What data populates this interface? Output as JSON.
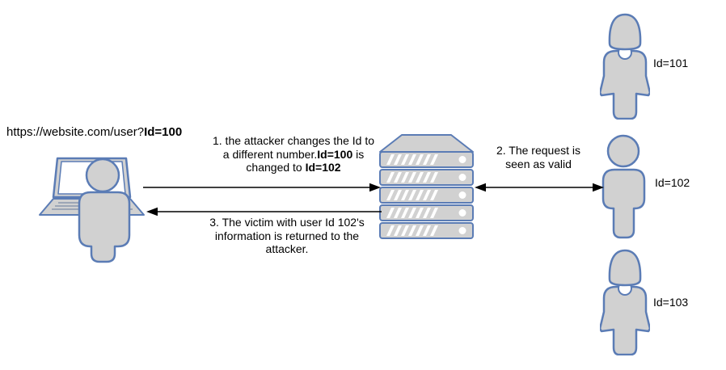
{
  "colors": {
    "outline_blue": "#5b7cb5",
    "shape_gray": "#d1d1d1",
    "text_black": "#000000",
    "background": "#ffffff",
    "arrow_black": "#000000"
  },
  "icons": {
    "attacker": "laptop-user-icon",
    "server": "server-stack-icon",
    "user_male": "male-user-icon",
    "user_female": "female-user-icon"
  },
  "attacker": {
    "url_prefix": "https://website.com/user?",
    "url_id": "Id=100"
  },
  "steps": {
    "one": {
      "line1": "1. the attacker changes the Id to",
      "line2_pre": "a different number.",
      "line2_bold": "Id=100",
      "line2_post": " is",
      "line3_pre": "changed to ",
      "line3_bold": "Id=102"
    },
    "two": {
      "line1": "2. The request is",
      "line2": "seen as valid"
    },
    "three": {
      "line1": "3. The victim with user Id 102's",
      "line2": "information is returned to the",
      "line3": "attacker."
    }
  },
  "users": [
    {
      "label": "Id=101",
      "type": "female"
    },
    {
      "label": "Id=102",
      "type": "male"
    },
    {
      "label": "Id=103",
      "type": "female"
    }
  ]
}
